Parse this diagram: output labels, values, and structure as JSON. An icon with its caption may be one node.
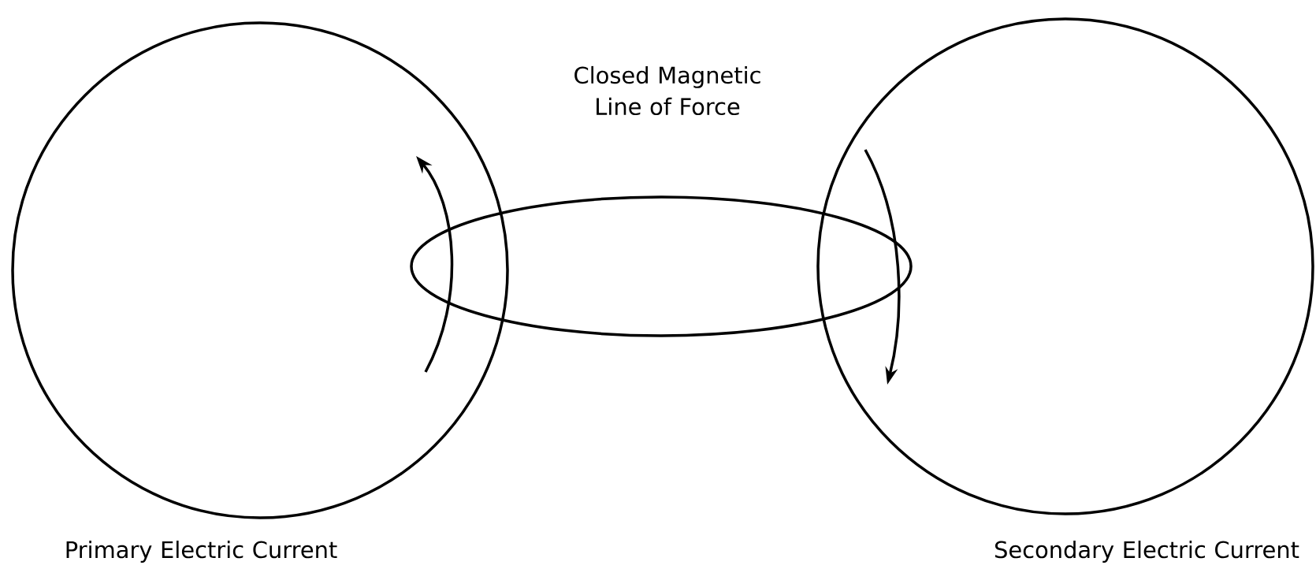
{
  "diagram": {
    "nodes": [
      {
        "text": [],
        "shape": "circle",
        "beside": [
          "Primary Electric Current"
        ]
      },
      {
        "text": [],
        "shape": "ellipse",
        "beside": [
          "Closed Magnetic Line of Force"
        ]
      },
      {
        "text": [],
        "shape": "circle",
        "beside": [
          "Secondary Electric Current"
        ]
      }
    ]
  }
}
